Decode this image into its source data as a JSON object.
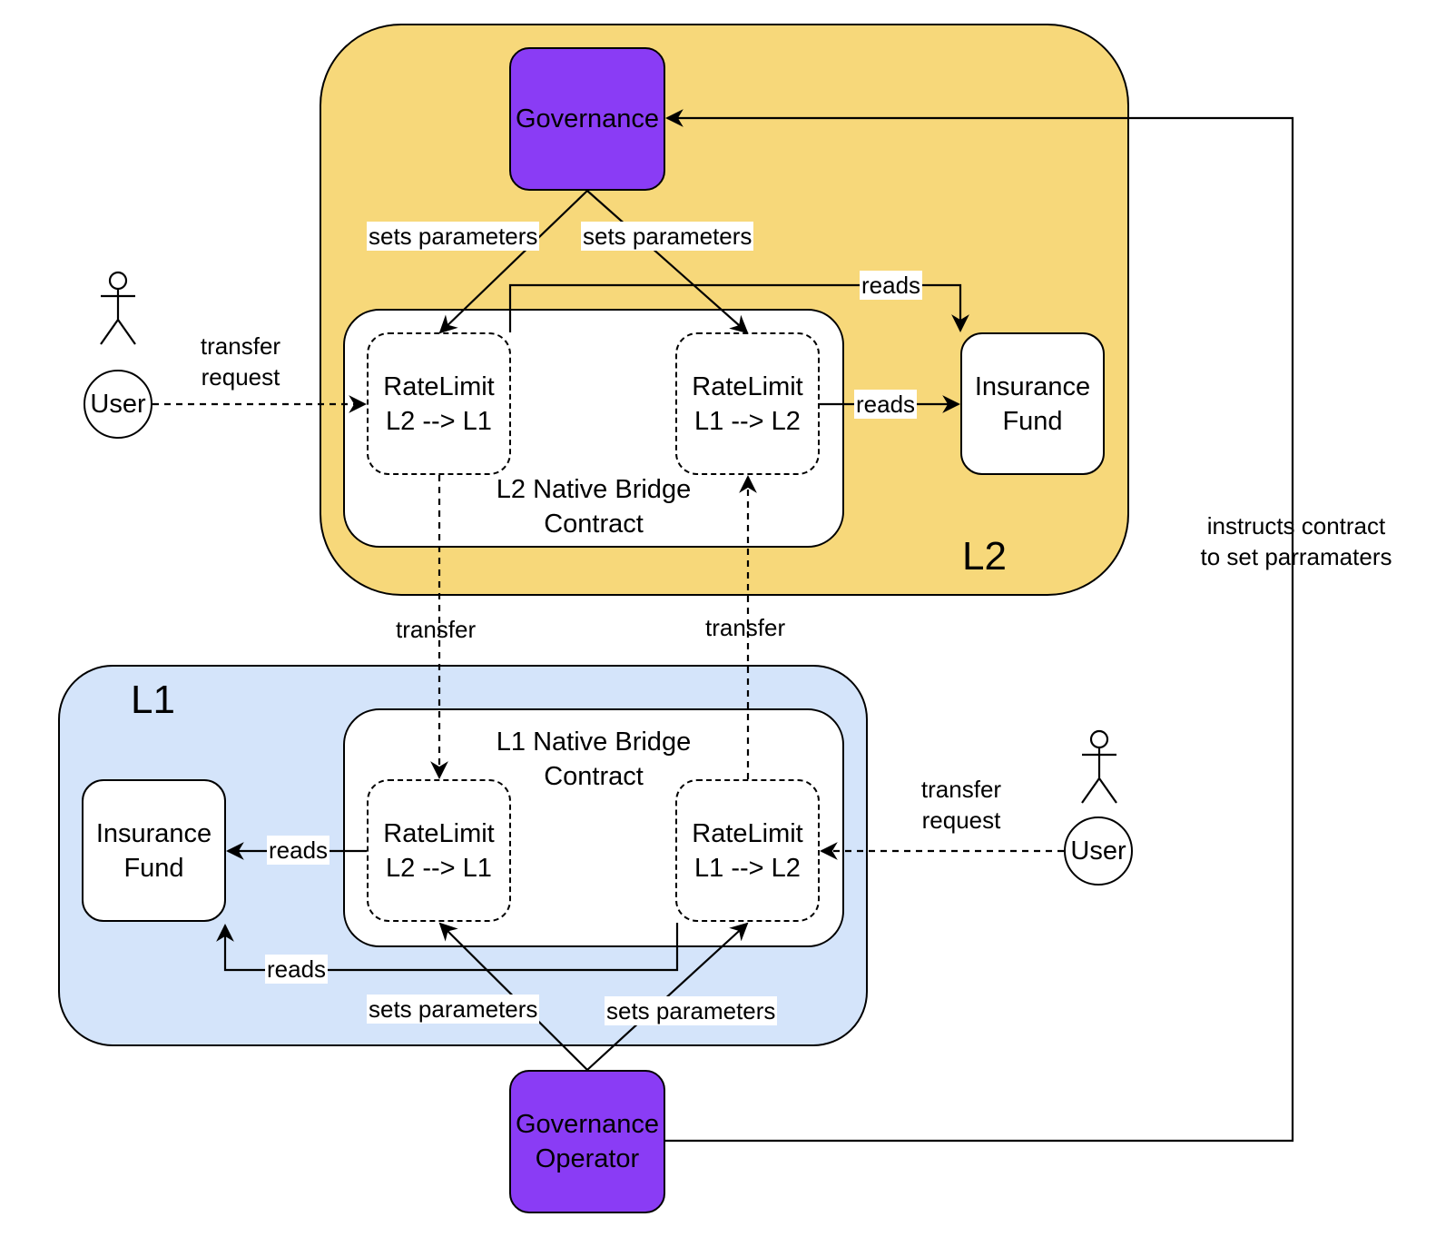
{
  "l2": {
    "region_label": "L2",
    "governance": "Governance",
    "contract_title": "L2 Native Bridge\nContract",
    "ratelimit_left": "RateLimit\nL2 --> L1",
    "ratelimit_right": "RateLimit\nL1 --> L2",
    "insurance_fund": "Insurance\nFund",
    "user": "User",
    "transfer_request": "transfer\nrequest",
    "sets_parameters_left": "sets parameters",
    "sets_parameters_right": "sets parameters",
    "reads_top": "reads",
    "reads_middle": "reads"
  },
  "l1": {
    "region_label": "L1",
    "governance_operator": "Governance\nOperator",
    "contract_title": "L1 Native Bridge\nContract",
    "ratelimit_left": "RateLimit\nL2 --> L1",
    "ratelimit_right": "RateLimit\nL1 --> L2",
    "insurance_fund": "Insurance\nFund",
    "user": "User",
    "transfer_request": "transfer\nrequest",
    "sets_parameters_left": "sets parameters",
    "sets_parameters_right": "sets parameters",
    "reads_middle": "reads",
    "reads_bottom": "reads"
  },
  "cross": {
    "transfer_down": "transfer",
    "transfer_up": "transfer",
    "instructs": "instructs contract\nto set parramaters"
  },
  "colors": {
    "l2_background": "#f7d87a",
    "l1_background": "#d4e4fa",
    "governance": "#8a3cf5"
  }
}
